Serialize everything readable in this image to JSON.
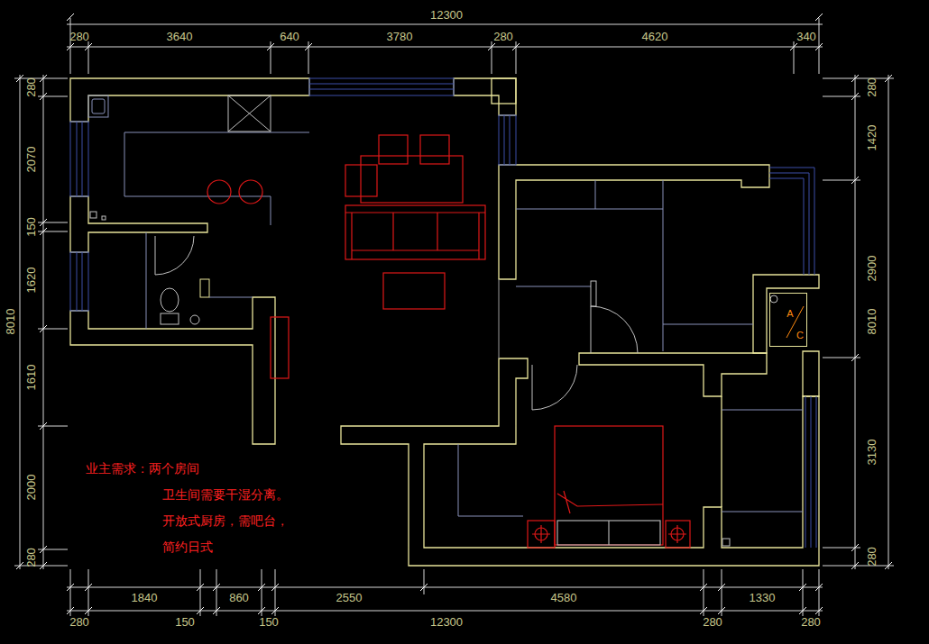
{
  "diagram": {
    "nodes": [
      {
        "text": [
          "A",
          "C"
        ]
      }
    ],
    "labels": [
      "12300",
      "280",
      "3640",
      "640",
      "3780",
      "280",
      "4620",
      "340",
      "1840",
      "860",
      "2550",
      "4580",
      "1330",
      "280",
      "150",
      "150",
      "12300",
      "280",
      "280",
      "280",
      "2070",
      "150",
      "1620",
      "1610",
      "2000",
      "280",
      "8010",
      "280",
      "1420",
      "2900",
      "8010",
      "3130",
      "280",
      "业主需求：两个房间",
      "卫生间需要干湿分离。",
      "开放式厨房，需吧台，",
      "简约日式"
    ]
  }
}
